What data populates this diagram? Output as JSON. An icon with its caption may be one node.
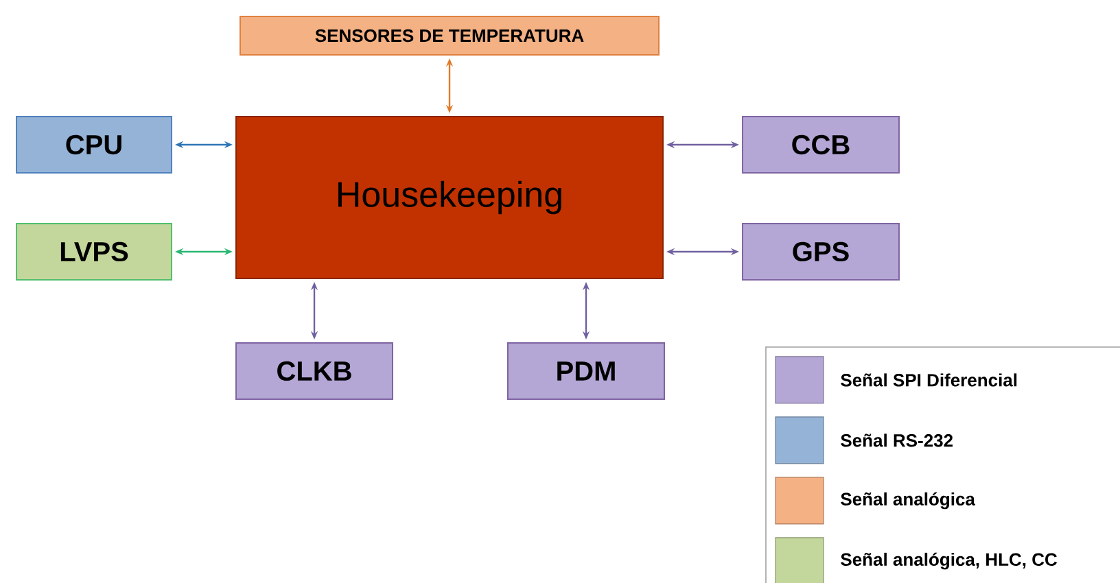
{
  "diagram": {
    "nodes": [
      {
        "text": [
          "SENSORES DE TEMPERATURA"
        ]
      },
      {
        "text": [
          "CPU"
        ]
      },
      {
        "text": [
          "Housekeeping"
        ]
      },
      {
        "text": [
          "CCB"
        ]
      },
      {
        "text": [
          "LVPS"
        ]
      },
      {
        "text": [
          "GPS"
        ]
      },
      {
        "text": [
          "CLKB"
        ]
      },
      {
        "text": [
          "PDM"
        ]
      }
    ],
    "edges": [
      {
        "from": 0,
        "to": 2,
        "arrow": "both",
        "color": "#e07b2a"
      },
      {
        "from": 1,
        "to": 2,
        "arrow": "both",
        "color": "#2e75b6"
      },
      {
        "from": 2,
        "to": 3,
        "arrow": "both"
      },
      {
        "from": 4,
        "to": 2,
        "arrow": "both",
        "color": "#2bb673"
      },
      {
        "from": 2,
        "to": 5,
        "arrow": "both"
      },
      {
        "from": 2,
        "to": 6,
        "arrow": "both"
      },
      {
        "from": 2,
        "to": 7,
        "arrow": "both"
      }
    ],
    "legend": [
      {
        "text": "Señal SPI Diferencial",
        "color": "#b4a7d6"
      },
      {
        "text": "Señal RS-232",
        "color": "#95b3d7"
      },
      {
        "text": "Señal analógica",
        "color": "#f4b183"
      },
      {
        "text": "Señal analógica, HLC, CC",
        "color": "#c3d69b"
      }
    ]
  }
}
